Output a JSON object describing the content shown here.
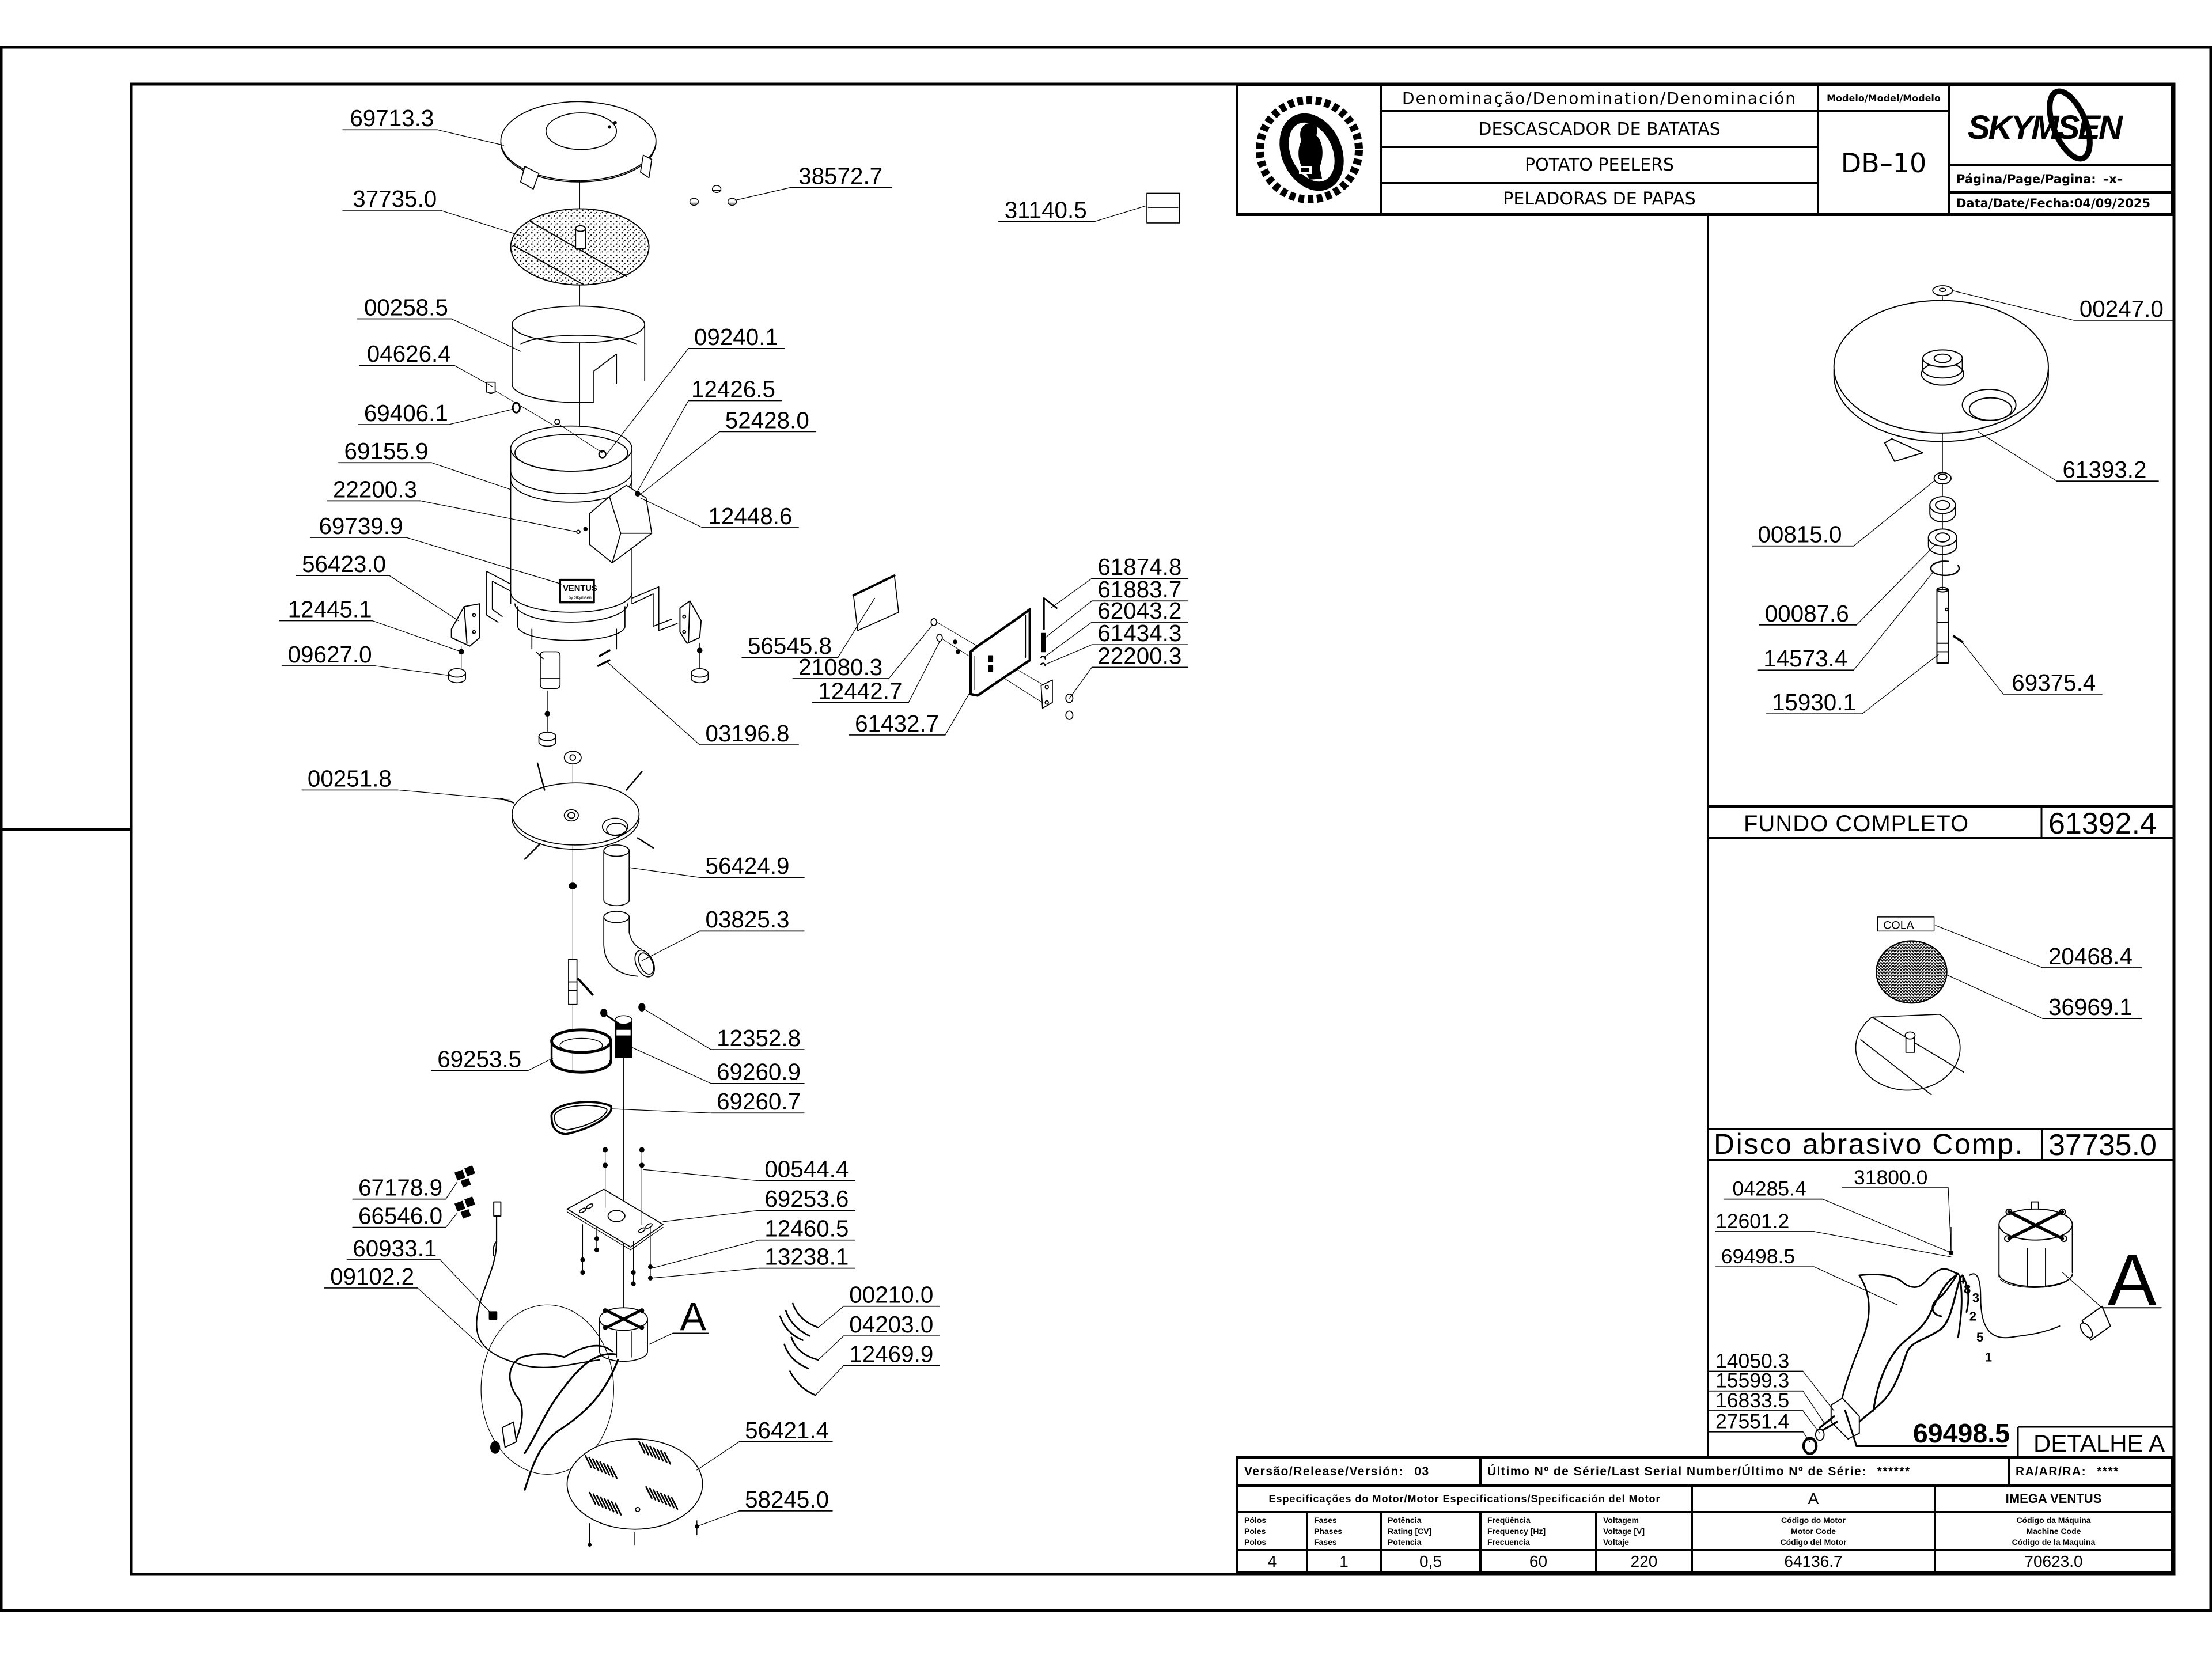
{
  "title_block": {
    "denomination_header": "Denominação/Denomination/Denominación",
    "name_pt": "DESCASCADOR DE BATATAS",
    "name_en": "POTATO PEELERS",
    "name_es": "PELADORAS DE PAPAS",
    "model_header": "Modelo/Model/Modelo",
    "model": "DB–10",
    "brand": "SKYMSEN",
    "page_label": "Página/Page/Pagina:",
    "page_value": "–x–",
    "date_label": "Data/Date/Fecha:",
    "date_value": "04/09/2025"
  },
  "drawing": {
    "main_callouts": [
      "69713.3",
      "38572.7",
      "37735.0",
      "31140.5",
      "00258.5",
      "09240.1",
      "04626.4",
      "12426.5",
      "69406.1",
      "52428.0",
      "69155.9",
      "22200.3",
      "12448.6",
      "69739.9",
      "56423.0",
      "12445.1",
      "09627.0",
      "03196.8",
      "00251.8",
      "56424.9",
      "03825.3",
      "12352.8",
      "69253.5",
      "69260.9",
      "69260.7",
      "00544.4",
      "67178.9",
      "69253.6",
      "66546.0",
      "12460.5",
      "60933.1",
      "13238.1",
      "09102.2",
      "00210.0",
      "04203.0",
      "12469.9",
      "56421.4",
      "58245.0"
    ],
    "main_detail_marker": "A",
    "body_label": {
      "brand": "VENTUS",
      "sub": "by Skymsen"
    },
    "flap_callouts": [
      "61874.8",
      "61883.7",
      "62043.2",
      "61434.3",
      "22200.3",
      "56545.8",
      "21080.3",
      "12442.7",
      "61432.7"
    ]
  },
  "right_panel": {
    "fundo_completo": {
      "title": "FUNDO COMPLETO",
      "code": "61392.4",
      "callouts": [
        "00247.0",
        "61393.2",
        "00815.0",
        "00087.6",
        "14573.4",
        "15930.1",
        "69375.4"
      ]
    },
    "disco_abrasivo": {
      "title": "Disco abrasivo Comp.",
      "code": "37735.0",
      "glue_note": "COLA",
      "callouts": [
        "20468.4",
        "36969.1"
      ]
    },
    "detalhe_a": {
      "title": "DETALHE A",
      "marker": "A",
      "callouts": [
        "04285.4",
        "31800.0",
        "12601.2",
        "69498.5",
        "14050.3",
        "15599.3",
        "16833.5",
        "27551.4",
        "69498.5"
      ],
      "wire_numbers": [
        "4",
        "8",
        "3",
        "2",
        "5",
        "1"
      ]
    }
  },
  "revision_block": {
    "release_label": "Versão/Release/Versión:",
    "release_value": "03",
    "serial_label": "Último Nº de Série/Last Serial Number/Último Nº de Série:",
    "serial_value": "******",
    "ra_label": "RA/AR/RA:",
    "ra_value": "****",
    "motor_spec_label": "Especificações do Motor/Motor Especifications/Specificación del Motor",
    "motor_type": "A",
    "machine_name": "IMEGA VENTUS",
    "spec_columns": [
      {
        "label_pt": "Pólos",
        "label_en": "Poles",
        "label_es": "Polos",
        "value": "4"
      },
      {
        "label_pt": "Fases",
        "label_en": "Phases",
        "label_es": "Fases",
        "value": "1"
      },
      {
        "label_pt": "Potência",
        "label_en": "Rating [CV]",
        "label_es": "Potencia",
        "value": "0,5"
      },
      {
        "label_pt": "Freqüência",
        "label_en": "Frequency [Hz]",
        "label_es": "Frecuencia",
        "value": "60"
      },
      {
        "label_pt": "Voltagem",
        "label_en": "Voltage [V]",
        "label_es": "Voltaje",
        "value": "220"
      },
      {
        "label_pt": "Código do Motor",
        "label_en": "Motor Code",
        "label_es": "Código del Motor",
        "value": "64136.7"
      },
      {
        "label_pt": "Código da Máquina",
        "label_en": "Machine Code",
        "label_es": "Código de la Maquina",
        "value": "70623.0"
      }
    ]
  }
}
